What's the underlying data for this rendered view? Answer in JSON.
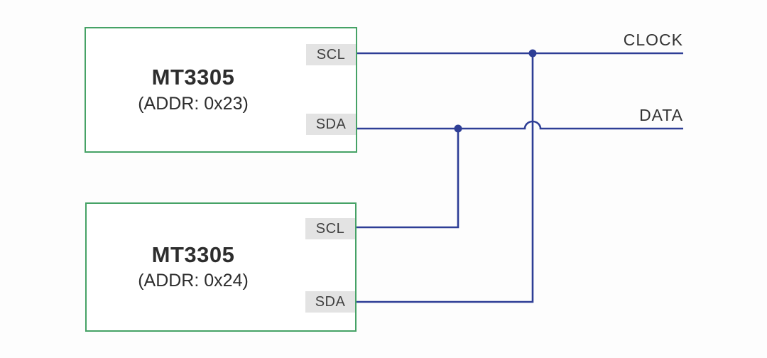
{
  "diagram": {
    "chips": [
      {
        "name": "MT3305",
        "address": "(ADDR: 0x23)",
        "pins": [
          "SCL",
          "SDA"
        ]
      },
      {
        "name": "MT3305",
        "address": "(ADDR: 0x24)",
        "pins": [
          "SCL",
          "SDA"
        ]
      }
    ],
    "bus_labels": {
      "clock": "CLOCK",
      "data": "DATA"
    },
    "nets": [
      {
        "label": "CLOCK",
        "connects": [
          "chip1.SCL",
          "chip2.SDA"
        ],
        "junction_dot": true
      },
      {
        "label": "DATA",
        "connects": [
          "chip1.SDA",
          "chip2.SCL"
        ],
        "junction_dot": true,
        "hop_over": "chip2.SDA vertical wire"
      }
    ],
    "colors": {
      "wire": "#2e3e96",
      "box_border": "#46a266",
      "pin_bg": "#e3e3e3",
      "pin_text": "#404040",
      "chip_text": "#2d2d2d",
      "label_text": "#333333",
      "background": "#fdfdfd"
    }
  }
}
